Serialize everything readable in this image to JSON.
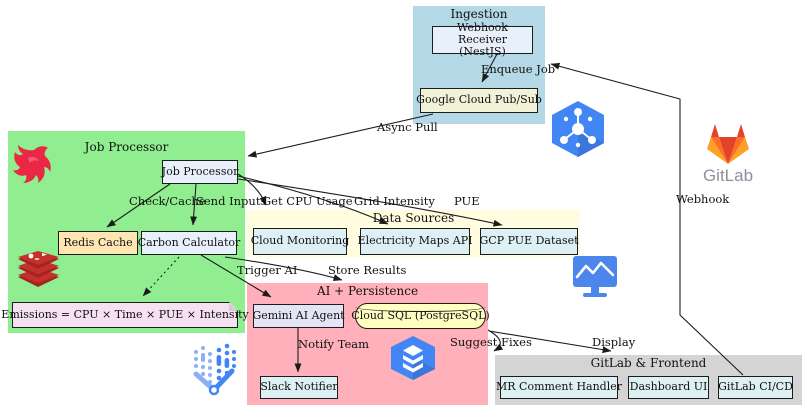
{
  "clusters": {
    "ingestion": {
      "title": "Ingestion",
      "bg": "#b5d8e6"
    },
    "job_processor": {
      "title": "Job Processor",
      "bg": "#90ee90"
    },
    "data_sources": {
      "title": "Data Sources",
      "bg": "#fffcdf"
    },
    "ai_persistence": {
      "title": "AI + Persistence",
      "bg": "#ffb0ba"
    },
    "gitlab_frontend": {
      "title": "GitLab & Frontend",
      "bg": "#d4d4d4"
    }
  },
  "nodes": {
    "webhook_receiver": {
      "line1": "Webhook Receiver",
      "line2": "(NestJS)"
    },
    "pubsub": {
      "label": "Google Cloud Pub/Sub"
    },
    "job_processor": {
      "label": "Job Processor"
    },
    "redis_cache": {
      "label": "Redis Cache"
    },
    "carbon_calculator": {
      "label": "Carbon Calculator"
    },
    "emissions_note": {
      "label": "Emissions = CPU × Time × PUE × Intensity"
    },
    "cloud_monitoring": {
      "label": "Cloud Monitoring"
    },
    "electricity_maps": {
      "label": "Electricity Maps API"
    },
    "gcp_pue": {
      "label": "GCP PUE Dataset"
    },
    "gemini": {
      "label": "Gemini AI Agent"
    },
    "cloud_sql": {
      "label": "Cloud SQL (PostgreSQL)"
    },
    "slack_notifier": {
      "label": "Slack Notifier"
    },
    "mr_comment_handler": {
      "label": "MR Comment Handler"
    },
    "dashboard_ui": {
      "label": "Dashboard UI"
    },
    "gitlab_cicd": {
      "label": "GitLab CI/CD"
    }
  },
  "edges": [
    {
      "from": "webhook_receiver",
      "to": "pubsub",
      "label": "Enqueue Job"
    },
    {
      "from": "pubsub",
      "to": "job_processor",
      "label": "Async Pull"
    },
    {
      "from": "job_processor",
      "to": "redis_cache",
      "label": "Check/Cache"
    },
    {
      "from": "job_processor",
      "to": "carbon_calculator",
      "label": "Send Inputs"
    },
    {
      "from": "job_processor",
      "to": "cloud_monitoring",
      "label": "Get CPU Usage"
    },
    {
      "from": "job_processor",
      "to": "electricity_maps",
      "label": "Grid Intensity"
    },
    {
      "from": "job_processor",
      "to": "gcp_pue",
      "label": "PUE"
    },
    {
      "from": "carbon_calculator",
      "to": "gemini",
      "label": "Trigger AI"
    },
    {
      "from": "carbon_calculator",
      "to": "cloud_sql",
      "label": "Store Results"
    },
    {
      "from": "carbon_calculator",
      "to": "emissions_note",
      "label": "",
      "style": "dotted"
    },
    {
      "from": "gemini",
      "to": "slack_notifier",
      "label": "Notify Team"
    },
    {
      "from": "cloud_sql",
      "to": "mr_comment_handler",
      "label": "Suggest Fixes"
    },
    {
      "from": "cloud_sql",
      "to": "dashboard_ui",
      "label": "Display"
    },
    {
      "from": "gitlab_cicd",
      "to": "webhook_receiver",
      "label": "Webhook"
    }
  ],
  "icons": {
    "nestjs": "nestjs-logo",
    "redis": "redis-logo",
    "pubsub": "google-cloud-pubsub-icon",
    "monitoring": "cloud-monitoring-icon",
    "cloud_sql": "cloud-sql-icon",
    "vertex_ai": "vertex-ai-icon",
    "gitlab": "gitlab-logo"
  },
  "gitlab_wordmark": "GitLab",
  "colors": {
    "node_blue": "#e8f0fb",
    "node_cyan": "#ddf0f3",
    "node_orange": "#ffe6b3",
    "node_beige": "#f2f2d8",
    "node_lavender": "#e4e4f6",
    "node_khaki": "#ffffc2",
    "note_pink": "#f5e1f2",
    "edge": "#1c1c1c",
    "nestjs_red": "#ea2845",
    "redis_red": "#c6302b",
    "gcp_blue": "#4285f4",
    "gitlab_orange": "#fc6d26"
  }
}
